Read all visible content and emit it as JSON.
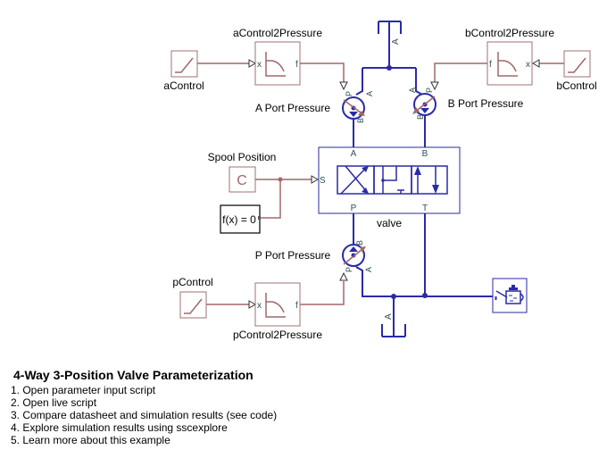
{
  "blocks": {
    "aControl": "aControl",
    "bControl": "bControl",
    "pControl": "pControl",
    "aControl2Pressure": "aControl2Pressure",
    "bControl2Pressure": "bControl2Pressure",
    "pControl2Pressure": "pControl2Pressure",
    "aPortPressure": "A Port Pressure",
    "bPortPressure": "B Port Pressure",
    "pPortPressure": "P Port Pressure",
    "spoolPosition": "Spool Position",
    "spoolConstant": "C",
    "solver": "f(x) = 0",
    "valve": "valve"
  },
  "ports": {
    "x": "x",
    "f": "f",
    "S": "S",
    "A": "A",
    "B": "B",
    "P": "P",
    "T": "T"
  },
  "annotation": {
    "title": "4-Way 3-Position Valve Parameterization",
    "items": [
      "1. Open parameter input script",
      "2. Open live script",
      "3. Compare datasheet and simulation results (see code)",
      "4. Explore simulation results using sscexplore",
      "5. Learn more about this example"
    ]
  },
  "colors": {
    "signal": "#a06868",
    "hydraulic": "#2a2aa8",
    "block_border": "#a07070"
  }
}
